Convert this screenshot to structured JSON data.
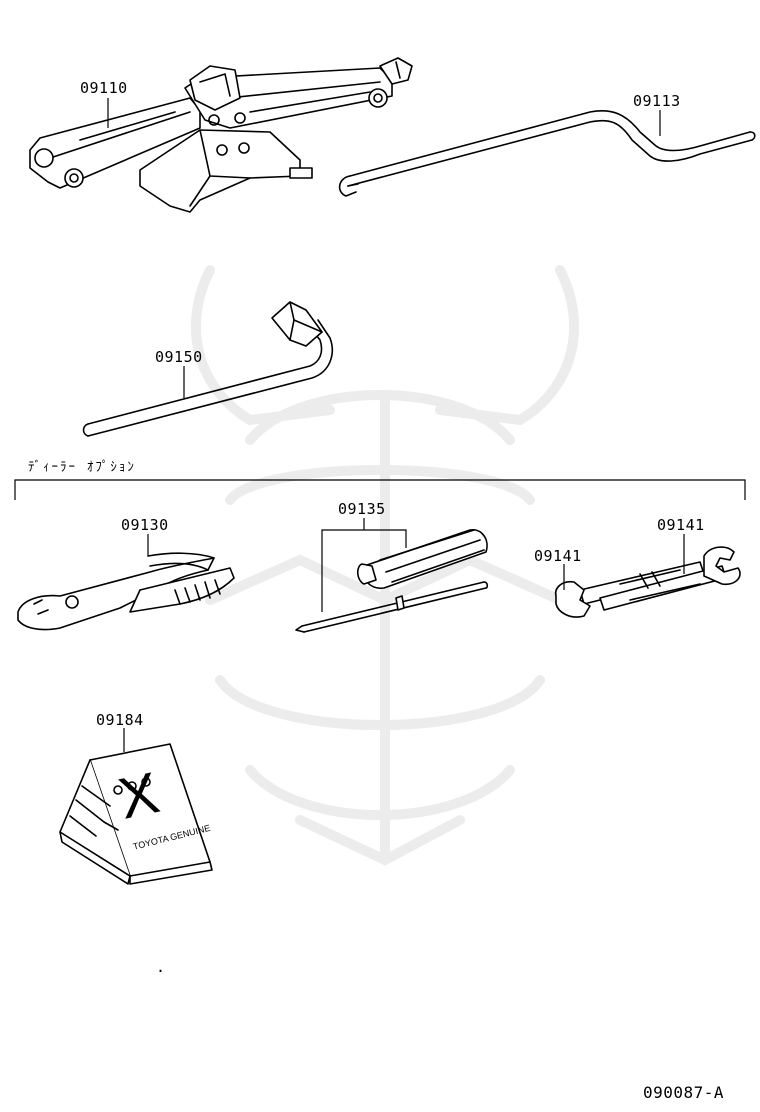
{
  "parts": {
    "jack": "09110",
    "jack_handle": "09113",
    "wheel_wrench": "09150",
    "pliers": "09130",
    "screwdriver": "09135",
    "wrench_left": "09141",
    "wrench_right": "09141",
    "wheel_chock": "09184"
  },
  "group_label": "ﾃﾞｨｰﾗｰ ｵﾌﾟｼｮﾝ",
  "chock_marking": "X",
  "chock_brand": "TOYOTA GENUINE",
  "stray_mark": ".",
  "diagram_code": "090087-A"
}
